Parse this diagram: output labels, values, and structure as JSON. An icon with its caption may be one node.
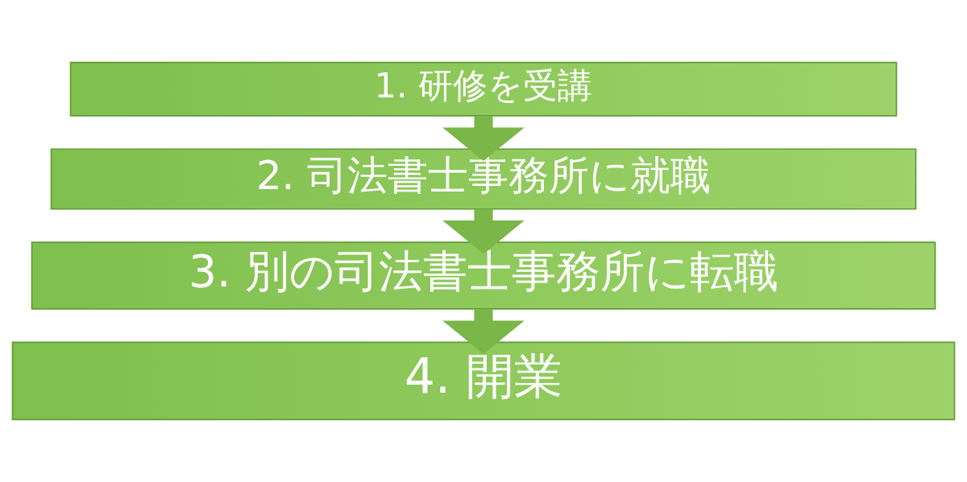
{
  "diagram": {
    "nodes": [
      {
        "text": [
          "1. 研修を受講"
        ]
      },
      {
        "text": [
          "2. 司法書士事務所に就職"
        ]
      },
      {
        "text": [
          "3. 別の司法書士事務所に転職"
        ]
      },
      {
        "text": [
          "4. 開業"
        ]
      }
    ],
    "edges": [
      {
        "from": 0,
        "to": 1,
        "arrow": "to"
      },
      {
        "from": 1,
        "to": 2,
        "arrow": "to"
      },
      {
        "from": 2,
        "to": 3,
        "arrow": "to"
      }
    ]
  }
}
